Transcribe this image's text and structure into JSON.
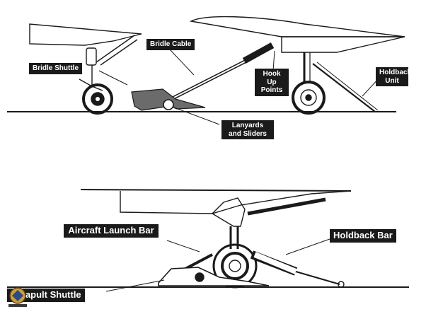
{
  "labels": {
    "bridle_shuttle": "Bridle Shuttle",
    "bridle_cable": "Bridle Cable",
    "hook_up_points": "Hook Up Points",
    "holdback_unit": "Holdback Unit",
    "lanyards_and_sliders": "Lanyards and Sliders",
    "aircraft_launch_bar": "Aircraft Launch Bar",
    "holdback_bar": "Holdback Bar",
    "catapult_shuttle": "Catapult Shuttle"
  },
  "colors": {
    "ink": "#1a1a1a",
    "paper": "#ffffff",
    "fill_dark": "#6b6b6b"
  }
}
